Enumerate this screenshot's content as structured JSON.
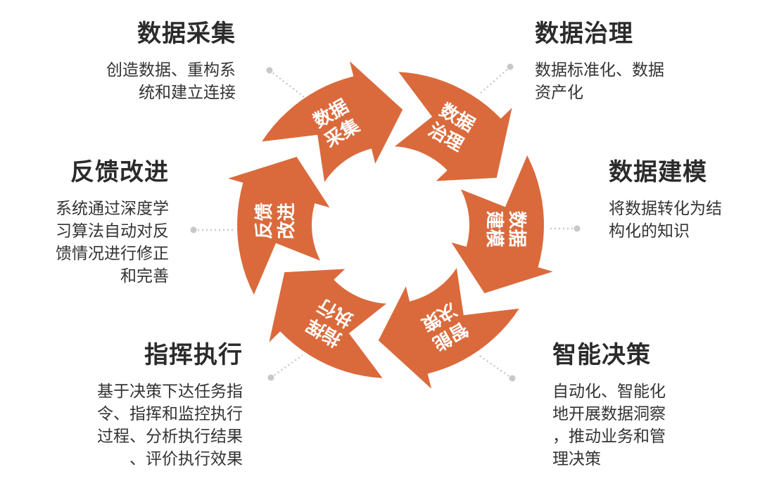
{
  "colors": {
    "arrow": "#DA6A3C",
    "arrow_text": "#FFFFFF",
    "connector": "#C8C8C8"
  },
  "steps": [
    {
      "short": [
        "数据",
        "采集"
      ],
      "title": "数据采集",
      "desc": [
        "创造数据、重构系",
        "统和建立连接"
      ]
    },
    {
      "short": [
        "数据",
        "治理"
      ],
      "title": "数据治理",
      "desc": [
        "数据标准化、数据",
        "资产化"
      ]
    },
    {
      "short": [
        "数据",
        "建模"
      ],
      "title": "数据建模",
      "desc": [
        "将数据转化为结",
        "构化的知识"
      ]
    },
    {
      "short": [
        "智能",
        "决策"
      ],
      "title": "智能决策",
      "desc": [
        "自动化、智能化",
        "地开展数据洞察",
        "，推动业务和管",
        "理决策"
      ]
    },
    {
      "short": [
        "指挥",
        "执行"
      ],
      "title": "指挥执行",
      "desc": [
        "基于决策下达任务指",
        "令、指挥和监控执行",
        "过程、分析执行结果",
        "、评价执行效果"
      ]
    },
    {
      "short": [
        "反馈",
        "改进"
      ],
      "title": "反馈改进",
      "desc": [
        "系统通过深度学",
        "习算法自动对反",
        "馈情况进行修正",
        "和完善"
      ]
    }
  ]
}
